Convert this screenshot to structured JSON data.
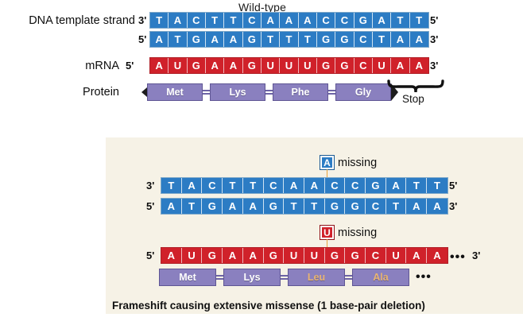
{
  "figure": {
    "wildtype_title": "Wild-type",
    "caption": "Frameshift causing extensive missense (1 base-pair deletion)"
  },
  "labels": {
    "dna_template_strand": "DNA template strand",
    "mrna": "mRNA",
    "protein": "Protein",
    "stop": "Stop",
    "three_prime": "3'",
    "five_prime": "5'",
    "ellipsis": "•••"
  },
  "colors": {
    "dna_blue": "#2c7cc4",
    "rna_red": "#d0212a",
    "protein_purple": "#8a80bf",
    "altered_residue": "#e8b473",
    "panel_background": "#f6f2e6",
    "leader_line": "#e8a33d"
  },
  "wildtype": {
    "dna_template": {
      "left_end": "3'",
      "right_end": "5'",
      "bases": [
        "T",
        "A",
        "C",
        "T",
        "T",
        "C",
        "A",
        "A",
        "A",
        "C",
        "C",
        "G",
        "A",
        "T",
        "T"
      ]
    },
    "dna_coding": {
      "left_end": "5'",
      "right_end": "3'",
      "bases": [
        "A",
        "T",
        "G",
        "A",
        "A",
        "G",
        "T",
        "T",
        "T",
        "G",
        "G",
        "C",
        "T",
        "A",
        "A"
      ]
    },
    "mrna": {
      "left_end": "5'",
      "right_end": "3'",
      "bases": [
        "A",
        "U",
        "G",
        "A",
        "A",
        "G",
        "U",
        "U",
        "U",
        "G",
        "G",
        "C",
        "U",
        "A",
        "A"
      ]
    },
    "protein": {
      "residues": [
        {
          "name": "Met",
          "altered": false
        },
        {
          "name": "Lys",
          "altered": false
        },
        {
          "name": "Phe",
          "altered": false
        },
        {
          "name": "Gly",
          "altered": false
        }
      ],
      "stop_label": "Stop"
    }
  },
  "mutant": {
    "dna_callout": {
      "base": "A",
      "text": "missing"
    },
    "mrna_callout": {
      "base": "U",
      "text": "missing"
    },
    "dna_template": {
      "left_end": "3'",
      "right_end": "5'",
      "bases": [
        "T",
        "A",
        "C",
        "T",
        "T",
        "C",
        "A",
        "A",
        "C",
        "C",
        "G",
        "A",
        "T",
        "T"
      ]
    },
    "dna_coding": {
      "left_end": "5'",
      "right_end": "3'",
      "bases": [
        "A",
        "T",
        "G",
        "A",
        "A",
        "G",
        "T",
        "T",
        "G",
        "G",
        "C",
        "T",
        "A",
        "A"
      ]
    },
    "mrna": {
      "left_end": "5'",
      "right_end": "3'",
      "bases": [
        "A",
        "U",
        "G",
        "A",
        "A",
        "G",
        "U",
        "U",
        "G",
        "G",
        "C",
        "U",
        "A",
        "A"
      ],
      "trailing": "•••"
    },
    "protein": {
      "residues": [
        {
          "name": "Met",
          "altered": false
        },
        {
          "name": "Lys",
          "altered": false
        },
        {
          "name": "Leu",
          "altered": true
        },
        {
          "name": "Ala",
          "altered": true
        }
      ],
      "trailing": "•••"
    }
  }
}
